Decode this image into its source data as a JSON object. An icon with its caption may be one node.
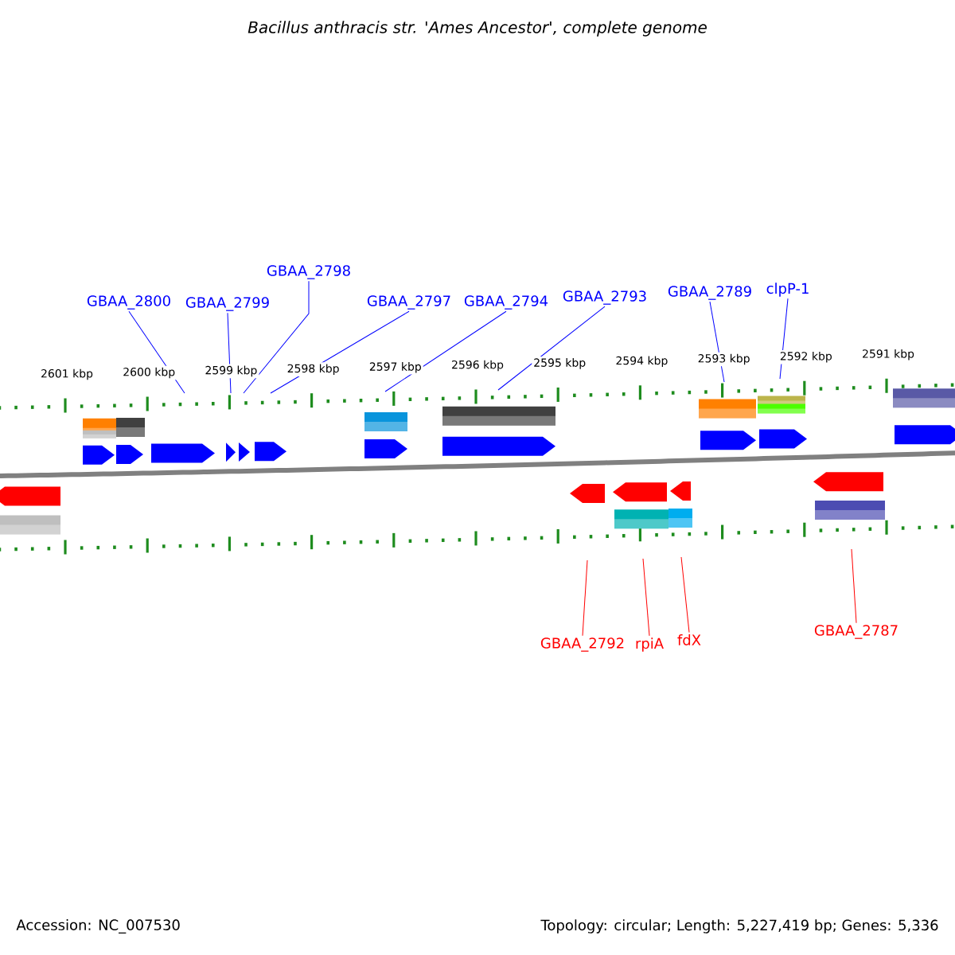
{
  "diagram": {
    "title": "Bacillus anthracis str. 'Ames Ancestor', complete genome",
    "nodes": [
      {
        "text": [
          "GBAA_2800"
        ]
      },
      {
        "text": [
          "GBAA_2799"
        ]
      },
      {
        "text": [
          "GBAA_2798"
        ]
      },
      {
        "text": [
          "GBAA_2797"
        ]
      },
      {
        "text": [
          "GBAA_2794"
        ]
      },
      {
        "text": [
          "GBAA_2793"
        ]
      },
      {
        "text": [
          "GBAA_2789"
        ]
      },
      {
        "text": [
          "clpP-1"
        ]
      },
      {
        "text": [
          "GBAA_2792"
        ]
      },
      {
        "text": [
          "rpiA"
        ]
      },
      {
        "text": [
          "fdX"
        ]
      },
      {
        "text": [
          "GBAA_2787"
        ]
      },
      {
        "text": [],
        "shape": "scale"
      },
      {
        "text": [],
        "shape": "scale"
      }
    ],
    "edges": [
      {
        "from": 0,
        "to": 12,
        "arrow": "none"
      },
      {
        "from": 1,
        "to": 12,
        "arrow": "none"
      },
      {
        "from": 2,
        "to": 12,
        "arrow": "none"
      },
      {
        "from": 3,
        "to": 12,
        "arrow": "none"
      },
      {
        "from": 4,
        "to": 12,
        "arrow": "none"
      },
      {
        "from": 5,
        "to": 12,
        "arrow": "none"
      },
      {
        "from": 6,
        "to": 12,
        "arrow": "none"
      },
      {
        "from": 7,
        "to": 12,
        "arrow": "none"
      },
      {
        "from": 8,
        "to": 13,
        "arrow": "none",
        "color": "#ff0000"
      },
      {
        "from": 9,
        "to": 13,
        "arrow": "none",
        "color": "#ff0000"
      },
      {
        "from": 10,
        "to": 13,
        "arrow": "none",
        "color": "#ff0000"
      },
      {
        "from": 11,
        "to": 13,
        "arrow": "none",
        "color": "#ff0000"
      }
    ],
    "labels": [
      "2601 kbp",
      "2600 kbp",
      "2599 kbp",
      "2598 kbp",
      "2597 kbp",
      "2596 kbp",
      "2595 kbp",
      "2594 kbp",
      "2593 kbp",
      "2592 kbp",
      "2591 kbp",
      "Accession: NC_007530",
      "Topology: circular; Length: 5,227,419 bp; Genes: 5,336"
    ]
  }
}
